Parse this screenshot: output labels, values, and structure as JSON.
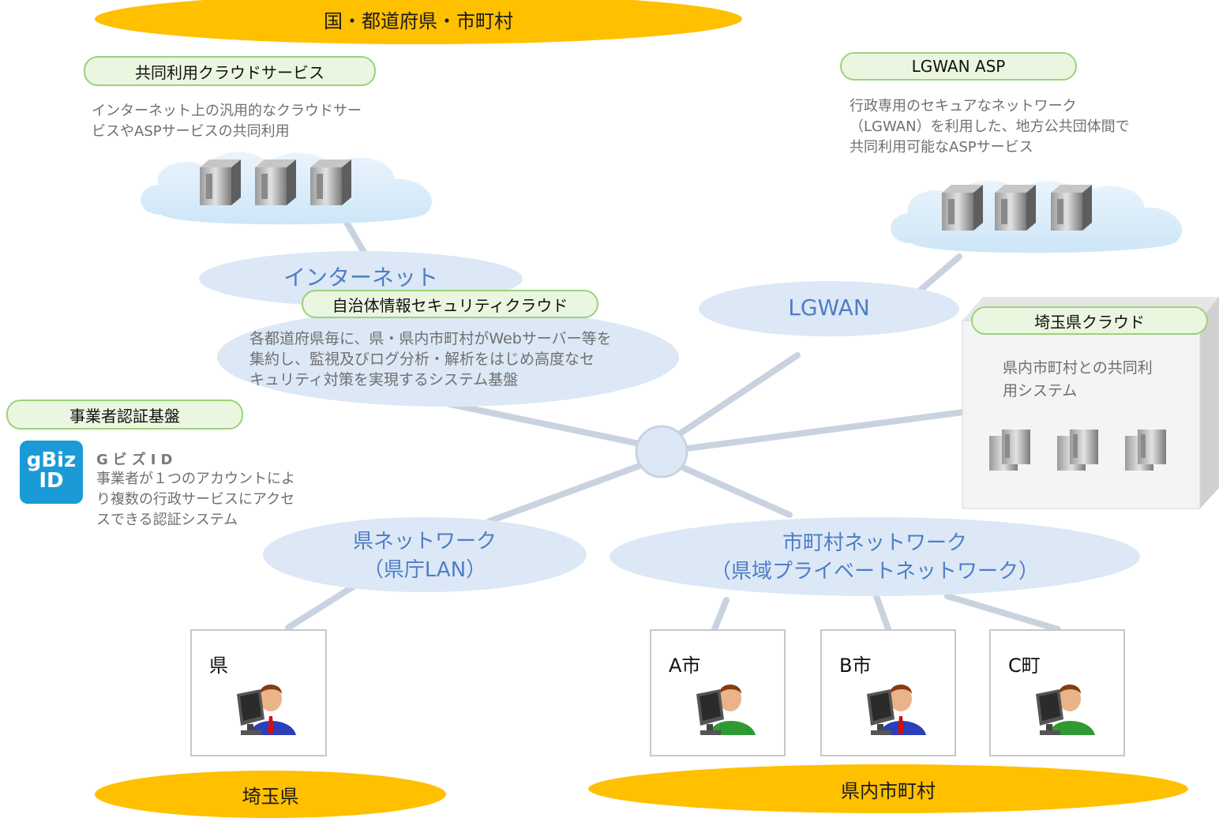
{
  "top_banner": "国・都道府県・市町村",
  "shared_cloud": {
    "title": "共同利用クラウドサービス",
    "desc_line1": "インターネット上の汎用的なクラウドサー",
    "desc_line2": "ビスやASPサービスの共同利用"
  },
  "lgwan_asp": {
    "title": "LGWAN ASP",
    "desc_line1": "行政専用のセキュアなネットワーク",
    "desc_line2": "（LGWAN）を利用した、地方公共団体間で",
    "desc_line3": "共同利用可能なASPサービス"
  },
  "internet": {
    "label": "インターネット"
  },
  "security_cloud": {
    "title": "自治体情報セキュリティクラウド",
    "desc_line1": "各都道府県毎に、県・県内市町村がWebサーバー等を",
    "desc_line2": "集約し、監視及びログ分析・解析をはじめ高度なセ",
    "desc_line3": "キュリティ対策を実現するシステム基盤"
  },
  "lgwan": {
    "label": "LGWAN"
  },
  "saitama_cloud": {
    "title": "埼玉県クラウド",
    "desc_line1": "県内市町村との共同利",
    "desc_line2": "用システム"
  },
  "business_auth": {
    "title": "事業者認証基盤",
    "logo_line1": "gBiz",
    "logo_line2": "ID",
    "name": "GビズID",
    "desc_line1": "事業者が１つのアカウントによ",
    "desc_line2": "り複数の行政サービスにアクセ",
    "desc_line3": "スできる認証システム"
  },
  "pref_network": {
    "line1": "県ネットワーク",
    "line2": "（県庁LAN）"
  },
  "muni_network": {
    "line1": "市町村ネットワーク",
    "line2": "（県域プライベートネットワーク）"
  },
  "terminals": {
    "pref": "県",
    "a": "A市",
    "b": "B市",
    "c": "C町"
  },
  "bottom_left_banner": "埼玉県",
  "bottom_right_banner": "県内市町村",
  "colors": {
    "banner": "#ffc000",
    "network": "#dce8f6",
    "network_text": "#4f7ec4",
    "pill_fill": "#ebf6e0",
    "pill_border": "#9bd27a",
    "line": "#c9d3e0",
    "logo": "#1a9ad7"
  }
}
